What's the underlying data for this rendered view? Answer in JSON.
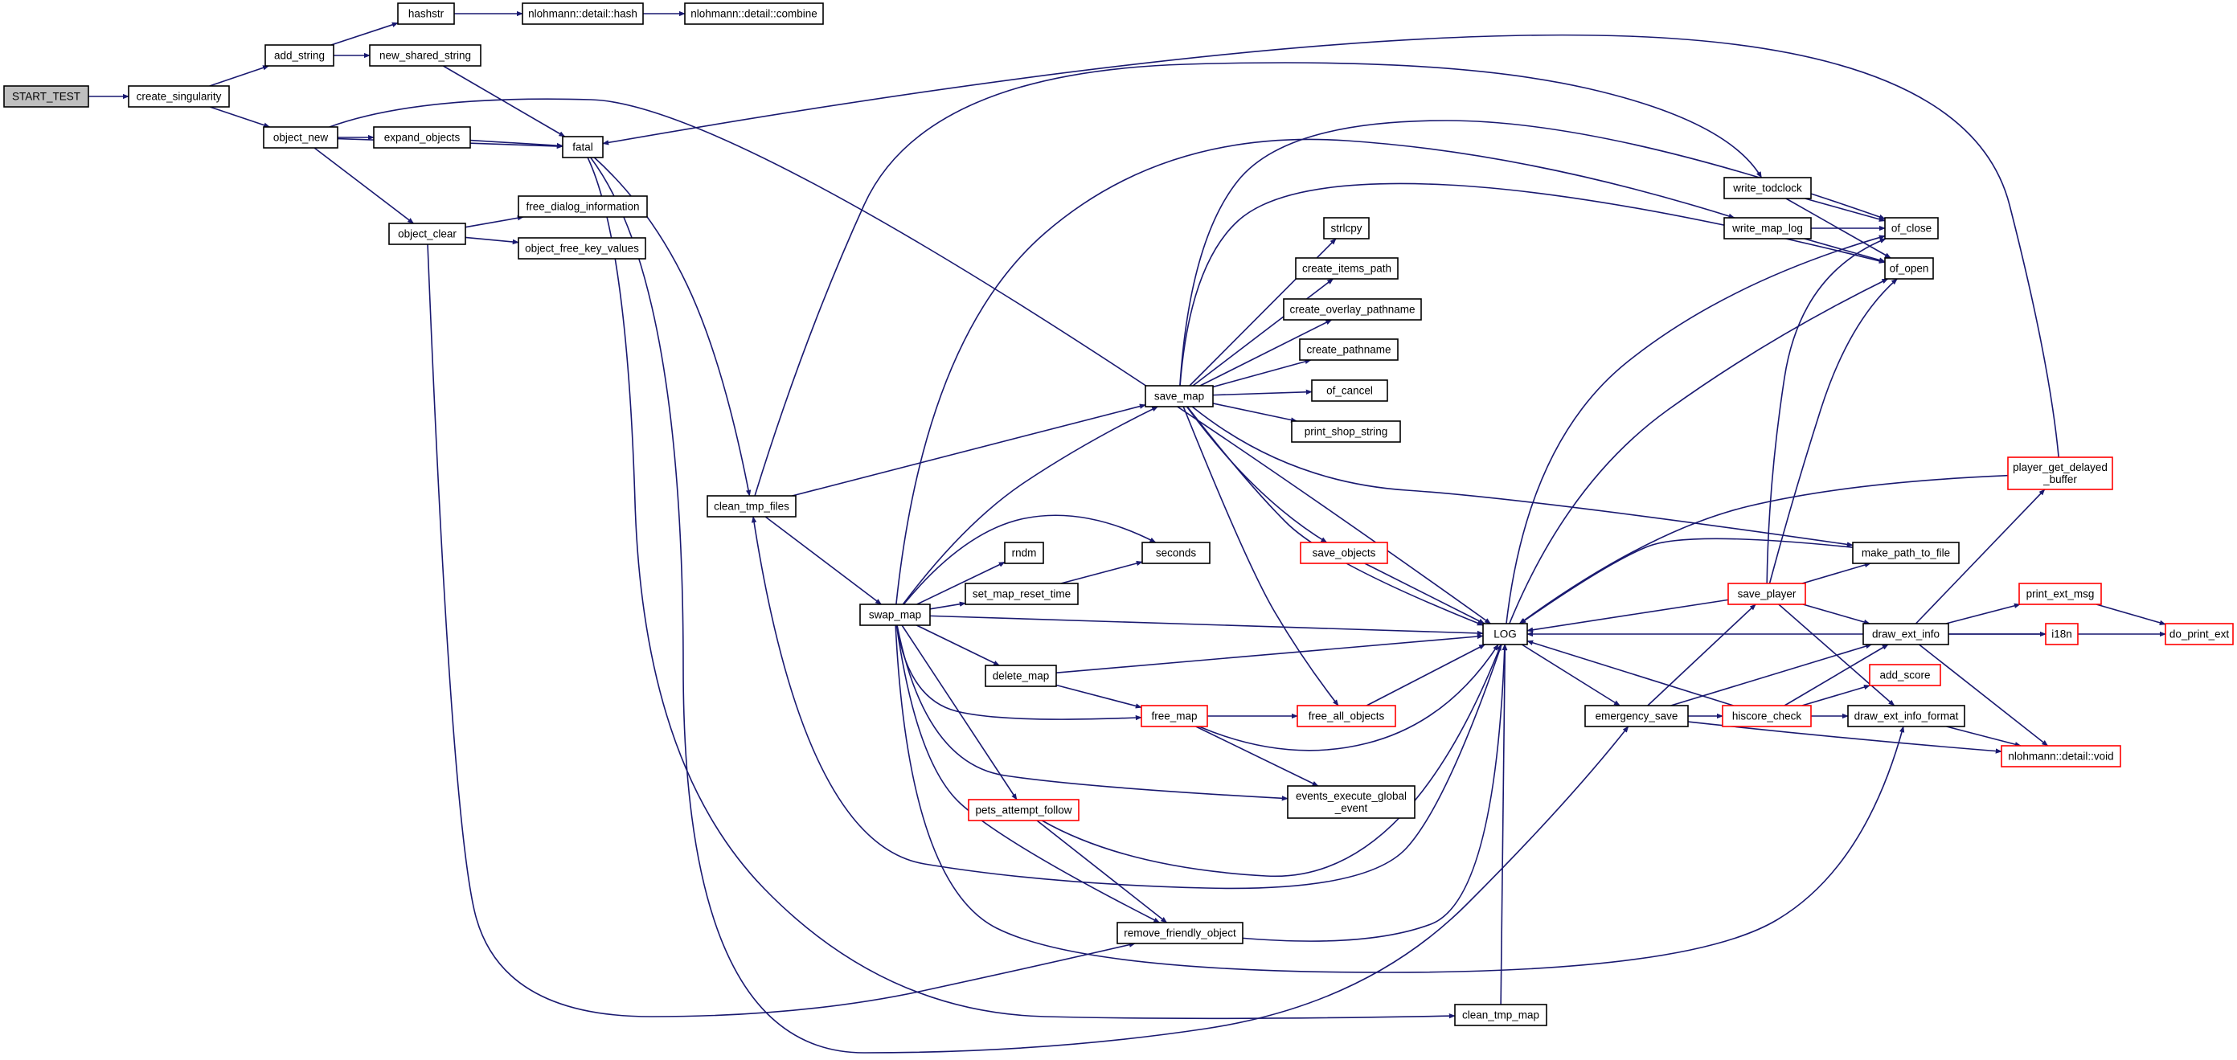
{
  "diagram": {
    "type": "call-graph",
    "colors": {
      "edge": "#191970",
      "node_border": "#000000",
      "truncated_border": "#ff0000",
      "root_fill": "#bfbfbf"
    },
    "nodes": [
      {
        "id": "start_test",
        "label": [
          "START_TEST"
        ],
        "kind": "root"
      },
      {
        "id": "create_singularity",
        "label": [
          "create_singularity"
        ],
        "kind": "normal"
      },
      {
        "id": "add_string",
        "label": [
          "add_string"
        ],
        "kind": "normal"
      },
      {
        "id": "hashstr",
        "label": [
          "hashstr"
        ],
        "kind": "normal"
      },
      {
        "id": "nlohmann_hash",
        "label": [
          "nlohmann::detail::hash"
        ],
        "kind": "normal"
      },
      {
        "id": "nlohmann_combine",
        "label": [
          "nlohmann::detail::combine"
        ],
        "kind": "normal"
      },
      {
        "id": "new_shared_string",
        "label": [
          "new_shared_string"
        ],
        "kind": "normal"
      },
      {
        "id": "object_new",
        "label": [
          "object_new"
        ],
        "kind": "normal"
      },
      {
        "id": "expand_objects",
        "label": [
          "expand_objects"
        ],
        "kind": "normal"
      },
      {
        "id": "fatal",
        "label": [
          "fatal"
        ],
        "kind": "normal"
      },
      {
        "id": "object_clear",
        "label": [
          "object_clear"
        ],
        "kind": "normal"
      },
      {
        "id": "free_dialog_information",
        "label": [
          "free_dialog_information"
        ],
        "kind": "normal"
      },
      {
        "id": "object_free_key_values",
        "label": [
          "object_free_key_values"
        ],
        "kind": "normal"
      },
      {
        "id": "clean_tmp_files",
        "label": [
          "clean_tmp_files"
        ],
        "kind": "normal"
      },
      {
        "id": "swap_map",
        "label": [
          "swap_map"
        ],
        "kind": "normal"
      },
      {
        "id": "save_map",
        "label": [
          "save_map"
        ],
        "kind": "normal"
      },
      {
        "id": "strlcpy",
        "label": [
          "strlcpy"
        ],
        "kind": "normal"
      },
      {
        "id": "create_items_path",
        "label": [
          "create_items_path"
        ],
        "kind": "normal"
      },
      {
        "id": "create_overlay_pathname",
        "label": [
          "create_overlay_pathname"
        ],
        "kind": "normal"
      },
      {
        "id": "create_pathname",
        "label": [
          "create_pathname"
        ],
        "kind": "normal"
      },
      {
        "id": "of_cancel",
        "label": [
          "of_cancel"
        ],
        "kind": "normal"
      },
      {
        "id": "print_shop_string",
        "label": [
          "print_shop_string"
        ],
        "kind": "normal"
      },
      {
        "id": "save_objects",
        "label": [
          "save_objects"
        ],
        "kind": "truncated"
      },
      {
        "id": "rndm",
        "label": [
          "rndm"
        ],
        "kind": "normal"
      },
      {
        "id": "seconds",
        "label": [
          "seconds"
        ],
        "kind": "normal"
      },
      {
        "id": "set_map_reset_time",
        "label": [
          "set_map_reset_time"
        ],
        "kind": "normal"
      },
      {
        "id": "log",
        "label": [
          "LOG"
        ],
        "kind": "normal"
      },
      {
        "id": "delete_map",
        "label": [
          "delete_map"
        ],
        "kind": "normal"
      },
      {
        "id": "free_map",
        "label": [
          "free_map"
        ],
        "kind": "truncated"
      },
      {
        "id": "free_all_objects",
        "label": [
          "free_all_objects"
        ],
        "kind": "truncated"
      },
      {
        "id": "events_execute_global_event",
        "label": [
          "events_execute_global",
          "_event"
        ],
        "kind": "normal"
      },
      {
        "id": "pets_attempt_follow",
        "label": [
          "pets_attempt_follow"
        ],
        "kind": "truncated"
      },
      {
        "id": "remove_friendly_object",
        "label": [
          "remove_friendly_object"
        ],
        "kind": "normal"
      },
      {
        "id": "clean_tmp_map",
        "label": [
          "clean_tmp_map"
        ],
        "kind": "normal"
      },
      {
        "id": "write_todclock",
        "label": [
          "write_todclock"
        ],
        "kind": "normal"
      },
      {
        "id": "write_map_log",
        "label": [
          "write_map_log"
        ],
        "kind": "normal"
      },
      {
        "id": "of_close",
        "label": [
          "of_close"
        ],
        "kind": "normal"
      },
      {
        "id": "of_open",
        "label": [
          "of_open"
        ],
        "kind": "normal"
      },
      {
        "id": "player_get_delayed_buffer",
        "label": [
          "player_get_delayed",
          "_buffer"
        ],
        "kind": "truncated"
      },
      {
        "id": "make_path_to_file",
        "label": [
          "make_path_to_file"
        ],
        "kind": "normal"
      },
      {
        "id": "save_player",
        "label": [
          "save_player"
        ],
        "kind": "truncated"
      },
      {
        "id": "draw_ext_info",
        "label": [
          "draw_ext_info"
        ],
        "kind": "normal"
      },
      {
        "id": "print_ext_msg",
        "label": [
          "print_ext_msg"
        ],
        "kind": "truncated"
      },
      {
        "id": "i18n",
        "label": [
          "i18n"
        ],
        "kind": "truncated"
      },
      {
        "id": "do_print_ext",
        "label": [
          "do_print_ext"
        ],
        "kind": "truncated"
      },
      {
        "id": "add_score",
        "label": [
          "add_score"
        ],
        "kind": "truncated"
      },
      {
        "id": "emergency_save",
        "label": [
          "emergency_save"
        ],
        "kind": "normal"
      },
      {
        "id": "hiscore_check",
        "label": [
          "hiscore_check"
        ],
        "kind": "truncated"
      },
      {
        "id": "draw_ext_info_format",
        "label": [
          "draw_ext_info_format"
        ],
        "kind": "normal"
      },
      {
        "id": "nlohmann_void",
        "label": [
          "nlohmann::detail::void"
        ],
        "kind": "truncated"
      }
    ],
    "edges": [
      [
        "start_test",
        "create_singularity"
      ],
      [
        "create_singularity",
        "add_string"
      ],
      [
        "create_singularity",
        "object_new"
      ],
      [
        "add_string",
        "hashstr"
      ],
      [
        "add_string",
        "new_shared_string"
      ],
      [
        "hashstr",
        "nlohmann_hash"
      ],
      [
        "nlohmann_hash",
        "nlohmann_combine"
      ],
      [
        "new_shared_string",
        "fatal"
      ],
      [
        "object_new",
        "expand_objects"
      ],
      [
        "object_new",
        "fatal"
      ],
      [
        "object_new",
        "object_clear"
      ],
      [
        "object_new",
        "log"
      ],
      [
        "expand_objects",
        "fatal"
      ],
      [
        "object_clear",
        "free_dialog_information"
      ],
      [
        "object_clear",
        "object_free_key_values"
      ],
      [
        "object_clear",
        "remove_friendly_object"
      ],
      [
        "fatal",
        "clean_tmp_files"
      ],
      [
        "fatal",
        "clean_tmp_map"
      ],
      [
        "fatal",
        "emergency_save"
      ],
      [
        "clean_tmp_files",
        "swap_map"
      ],
      [
        "clean_tmp_files",
        "save_map"
      ],
      [
        "clean_tmp_files",
        "write_todclock"
      ],
      [
        "swap_map",
        "save_map"
      ],
      [
        "swap_map",
        "rndm"
      ],
      [
        "swap_map",
        "seconds"
      ],
      [
        "swap_map",
        "set_map_reset_time"
      ],
      [
        "swap_map",
        "log"
      ],
      [
        "swap_map",
        "delete_map"
      ],
      [
        "swap_map",
        "free_map"
      ],
      [
        "swap_map",
        "events_execute_global_event"
      ],
      [
        "swap_map",
        "pets_attempt_follow"
      ],
      [
        "swap_map",
        "remove_friendly_object"
      ],
      [
        "swap_map",
        "write_map_log"
      ],
      [
        "swap_map",
        "draw_ext_info_format"
      ],
      [
        "save_map",
        "strlcpy"
      ],
      [
        "save_map",
        "create_items_path"
      ],
      [
        "save_map",
        "create_overlay_pathname"
      ],
      [
        "save_map",
        "create_pathname"
      ],
      [
        "save_map",
        "of_cancel"
      ],
      [
        "save_map",
        "print_shop_string"
      ],
      [
        "save_map",
        "save_objects"
      ],
      [
        "save_map",
        "log"
      ],
      [
        "save_map",
        "free_all_objects"
      ],
      [
        "save_map",
        "of_close"
      ],
      [
        "save_map",
        "of_open"
      ],
      [
        "save_map",
        "make_path_to_file"
      ],
      [
        "save_objects",
        "log"
      ],
      [
        "set_map_reset_time",
        "seconds"
      ],
      [
        "delete_map",
        "log"
      ],
      [
        "delete_map",
        "free_map"
      ],
      [
        "free_map",
        "free_all_objects"
      ],
      [
        "free_map",
        "events_execute_global_event"
      ],
      [
        "free_map",
        "log"
      ],
      [
        "free_all_objects",
        "log"
      ],
      [
        "pets_attempt_follow",
        "remove_friendly_object"
      ],
      [
        "pets_attempt_follow",
        "log"
      ],
      [
        "remove_friendly_object",
        "log"
      ],
      [
        "clean_tmp_map",
        "log"
      ],
      [
        "log",
        "clean_tmp_files"
      ],
      [
        "log",
        "emergency_save"
      ],
      [
        "log",
        "of_close"
      ],
      [
        "log",
        "of_open"
      ],
      [
        "write_todclock",
        "of_close"
      ],
      [
        "write_todclock",
        "of_open"
      ],
      [
        "write_map_log",
        "of_close"
      ],
      [
        "write_map_log",
        "of_open"
      ],
      [
        "player_get_delayed_buffer",
        "fatal"
      ],
      [
        "player_get_delayed_buffer",
        "log"
      ],
      [
        "make_path_to_file",
        "log"
      ],
      [
        "emergency_save",
        "save_player"
      ],
      [
        "emergency_save",
        "hiscore_check"
      ],
      [
        "emergency_save",
        "draw_ext_info"
      ],
      [
        "emergency_save",
        "nlohmann_void"
      ],
      [
        "save_player",
        "log"
      ],
      [
        "save_player",
        "make_path_to_file"
      ],
      [
        "save_player",
        "draw_ext_info"
      ],
      [
        "save_player",
        "of_close"
      ],
      [
        "save_player",
        "of_open"
      ],
      [
        "save_player",
        "draw_ext_info_format"
      ],
      [
        "hiscore_check",
        "log"
      ],
      [
        "hiscore_check",
        "add_score"
      ],
      [
        "hiscore_check",
        "draw_ext_info"
      ],
      [
        "hiscore_check",
        "draw_ext_info_format"
      ],
      [
        "draw_ext_info",
        "log"
      ],
      [
        "draw_ext_info",
        "player_get_delayed_buffer"
      ],
      [
        "draw_ext_info",
        "print_ext_msg"
      ],
      [
        "draw_ext_info",
        "i18n"
      ],
      [
        "draw_ext_info",
        "do_print_ext"
      ],
      [
        "draw_ext_info",
        "nlohmann_void"
      ],
      [
        "print_ext_msg",
        "do_print_ext"
      ],
      [
        "draw_ext_info_format",
        "nlohmann_void"
      ]
    ]
  }
}
